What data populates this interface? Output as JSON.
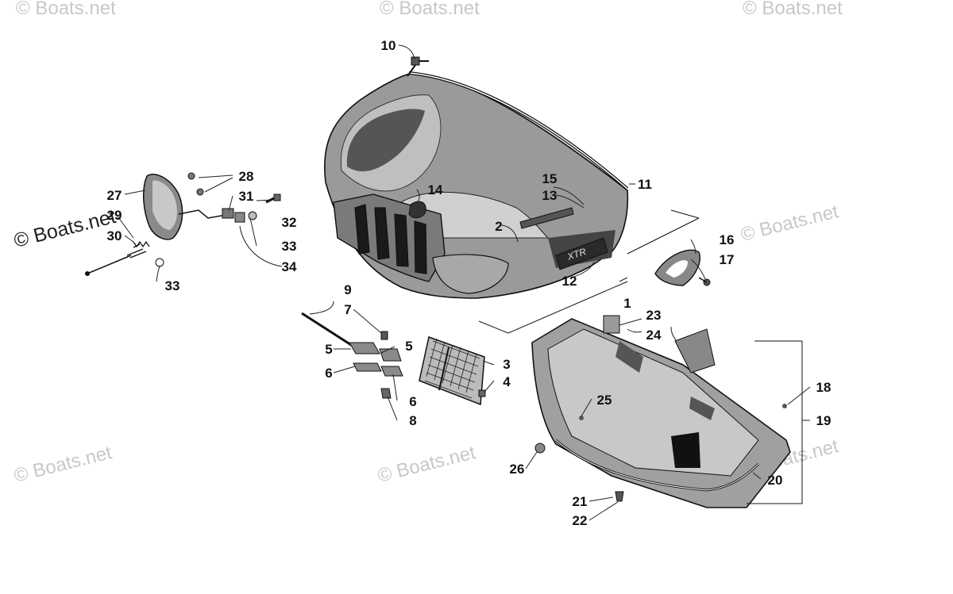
{
  "watermark": "© Boats.net",
  "callouts": [
    "1",
    "2",
    "3",
    "4",
    "5",
    "5",
    "6",
    "6",
    "7",
    "8",
    "9",
    "10",
    "11",
    "12",
    "13",
    "14",
    "15",
    "16",
    "17",
    "18",
    "19",
    "20",
    "21",
    "22",
    "23",
    "24",
    "25",
    "26",
    "27",
    "28",
    "29",
    "30",
    "31",
    "32",
    "33",
    "33",
    "34"
  ]
}
